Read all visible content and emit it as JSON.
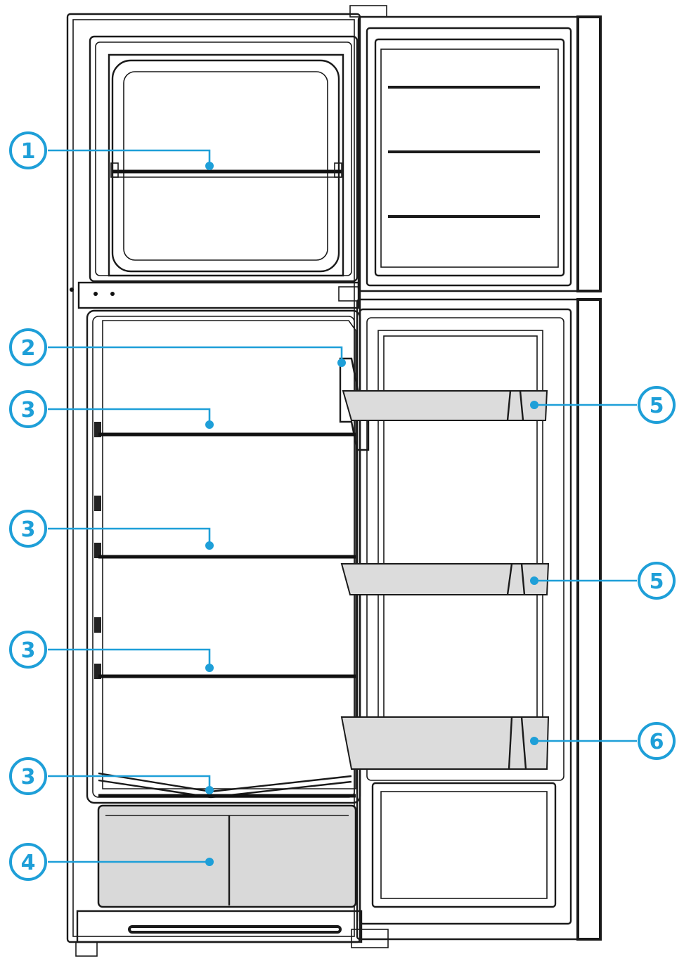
{
  "callouts": [
    {
      "id": "c1",
      "label": "1"
    },
    {
      "id": "c2",
      "label": "2"
    },
    {
      "id": "c3a",
      "label": "3"
    },
    {
      "id": "c3b",
      "label": "3"
    },
    {
      "id": "c3c",
      "label": "3"
    },
    {
      "id": "c3d",
      "label": "3"
    },
    {
      "id": "c4",
      "label": "4"
    },
    {
      "id": "c5a",
      "label": "5"
    },
    {
      "id": "c5b",
      "label": "5"
    },
    {
      "id": "c6",
      "label": "6"
    }
  ],
  "colors": {
    "callout": "#1e9fd8",
    "outline": "#1a1a1a",
    "bin_fill": "#dcdcdc"
  }
}
